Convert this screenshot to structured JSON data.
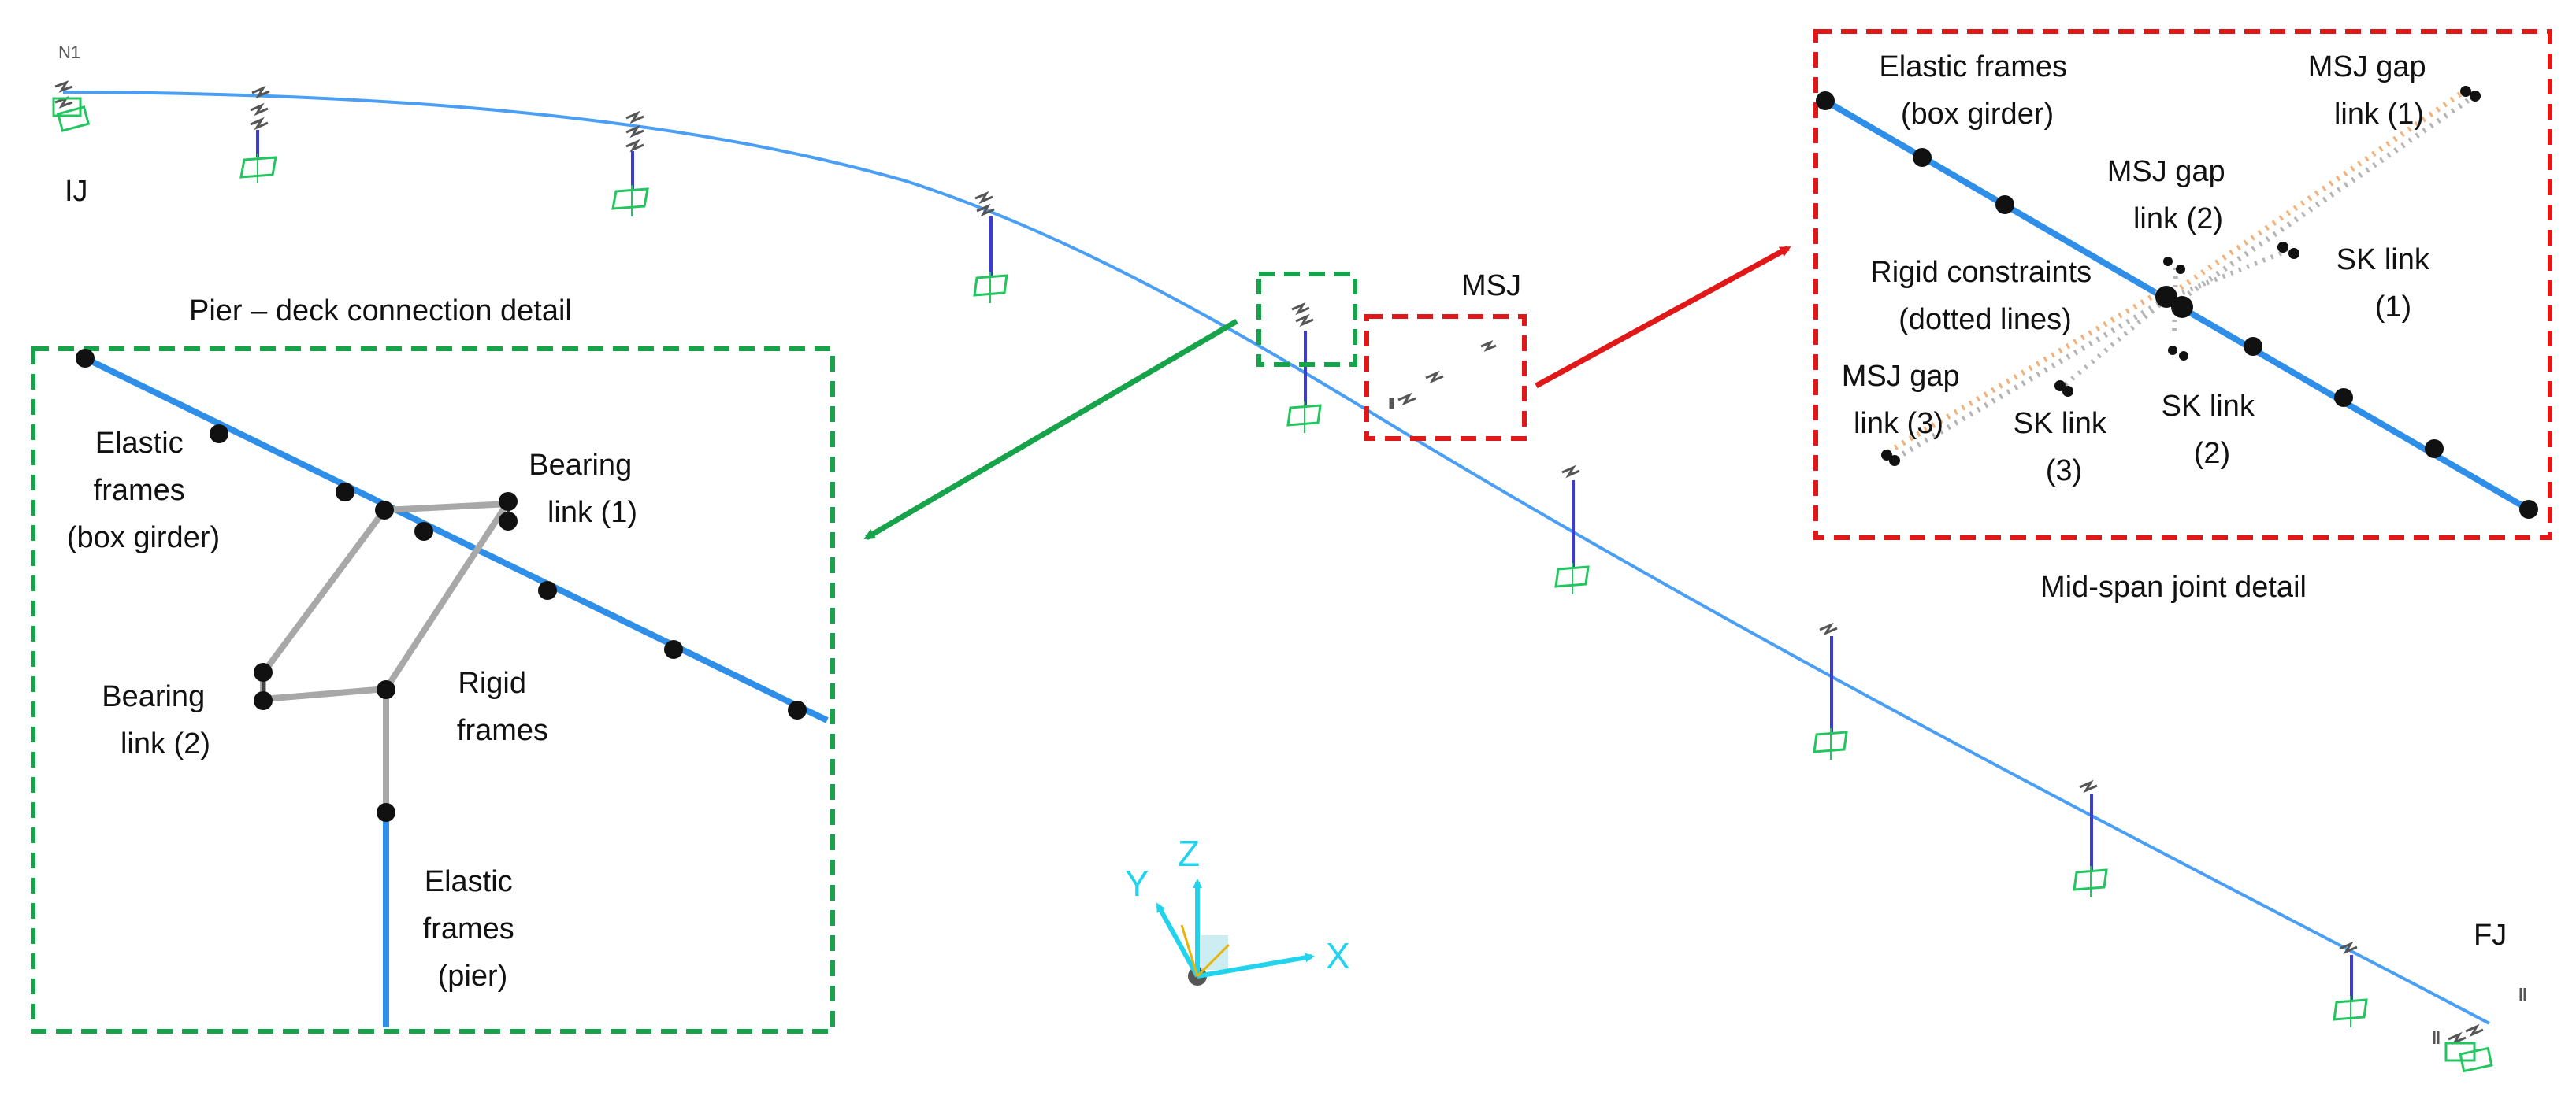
{
  "main_view": {
    "end_labels": {
      "start": "IJ",
      "end": "FJ",
      "mid": "MSJ",
      "top_marker": "N1"
    },
    "axes": {
      "x": "X",
      "y": "Y",
      "z": "Z"
    }
  },
  "pier_detail": {
    "title": "Pier – deck connection detail",
    "labels": {
      "elastic_girder": [
        "Elastic",
        "frames",
        "(box girder)"
      ],
      "bearing_link_1": [
        "Bearing",
        "link (1)"
      ],
      "bearing_link_2": [
        "Bearing",
        "link (2)"
      ],
      "rigid_frames": [
        "Rigid",
        "frames"
      ],
      "elastic_pier": [
        "Elastic",
        "frames",
        "(pier)"
      ]
    }
  },
  "msj_detail": {
    "title": "Mid-span joint detail",
    "labels": {
      "elastic_girder": [
        "Elastic frames",
        "(box girder)"
      ],
      "msj_gap_link_1": [
        "MSJ gap",
        "link (1)"
      ],
      "msj_gap_link_2": [
        "MSJ gap",
        "link (2)"
      ],
      "rigid_constraints": [
        "Rigid constraints",
        "(dotted lines)"
      ],
      "sk_link_1": [
        "SK link",
        "(1)"
      ],
      "msj_gap_link_3": [
        "MSJ gap",
        "link (3)"
      ],
      "sk_link_3": [
        "SK link",
        "(3)"
      ],
      "sk_link_2": [
        "SK link",
        "(2)"
      ]
    }
  },
  "colors": {
    "deck": "#4a9ff5",
    "detail_member": "#2f8fe8",
    "pier_column": "#3b3bd6",
    "support": "#22c55e",
    "rigid": "#a8a8a8",
    "dotted_orange": "#f2b27a",
    "dotted_gray": "#b5b5b5",
    "green_box": "#16a34a",
    "red_box": "#e01818",
    "axis": "#22d3ee"
  }
}
